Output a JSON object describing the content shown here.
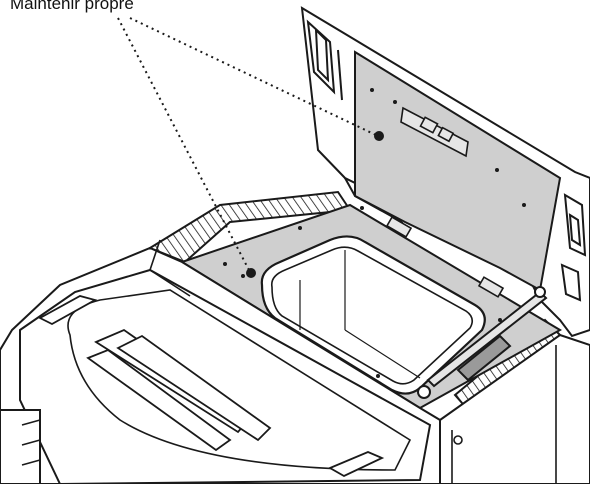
{
  "callout": {
    "label": "Maintenir propre",
    "targets": [
      "lid-panel",
      "hopper-frame"
    ]
  },
  "colors": {
    "line": "#1a1a1a",
    "panel_fill": "#cfcfcf",
    "body_fill": "#ffffff",
    "background": "#ffffff"
  },
  "parts": [
    {
      "id": "lid-panel",
      "name": "hopper lid inner panel"
    },
    {
      "id": "hopper-frame",
      "name": "hopper opening frame"
    },
    {
      "id": "gas-strut",
      "name": "lid gas strut"
    },
    {
      "id": "stove-top",
      "name": "stove top cover"
    }
  ]
}
